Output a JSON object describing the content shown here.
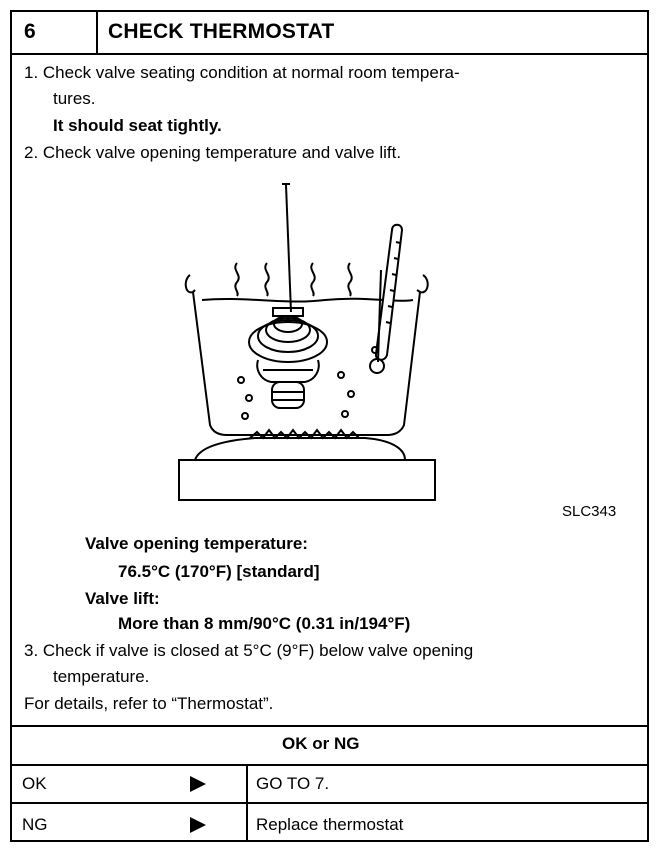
{
  "header": {
    "step_number": "6",
    "title": "CHECK THERMOSTAT"
  },
  "steps": {
    "s1_line1": "1.  Check valve seating condition at normal room tempera-",
    "s1_line2": "tures.",
    "s1_note": "It should seat tightly.",
    "s2": "2.  Check valve opening temperature and valve lift.",
    "s3_line1": "3.  Check if valve is closed at 5°C (9°F) below valve opening",
    "s3_line2": "temperature.",
    "details": "For details, refer to “Thermostat”."
  },
  "figure": {
    "code": "SLC343"
  },
  "specs": {
    "opening_label": "Valve opening temperature:",
    "opening_value": "76.5°C (170°F) [standard]",
    "lift_label": "Valve lift:",
    "lift_value": "More than 8 mm/90°C (0.31 in/194°F)"
  },
  "result": {
    "heading": "OK or NG",
    "rows": [
      {
        "result": "OK",
        "action": "GO TO 7."
      },
      {
        "result": "NG",
        "action": "Replace thermostat"
      }
    ]
  }
}
